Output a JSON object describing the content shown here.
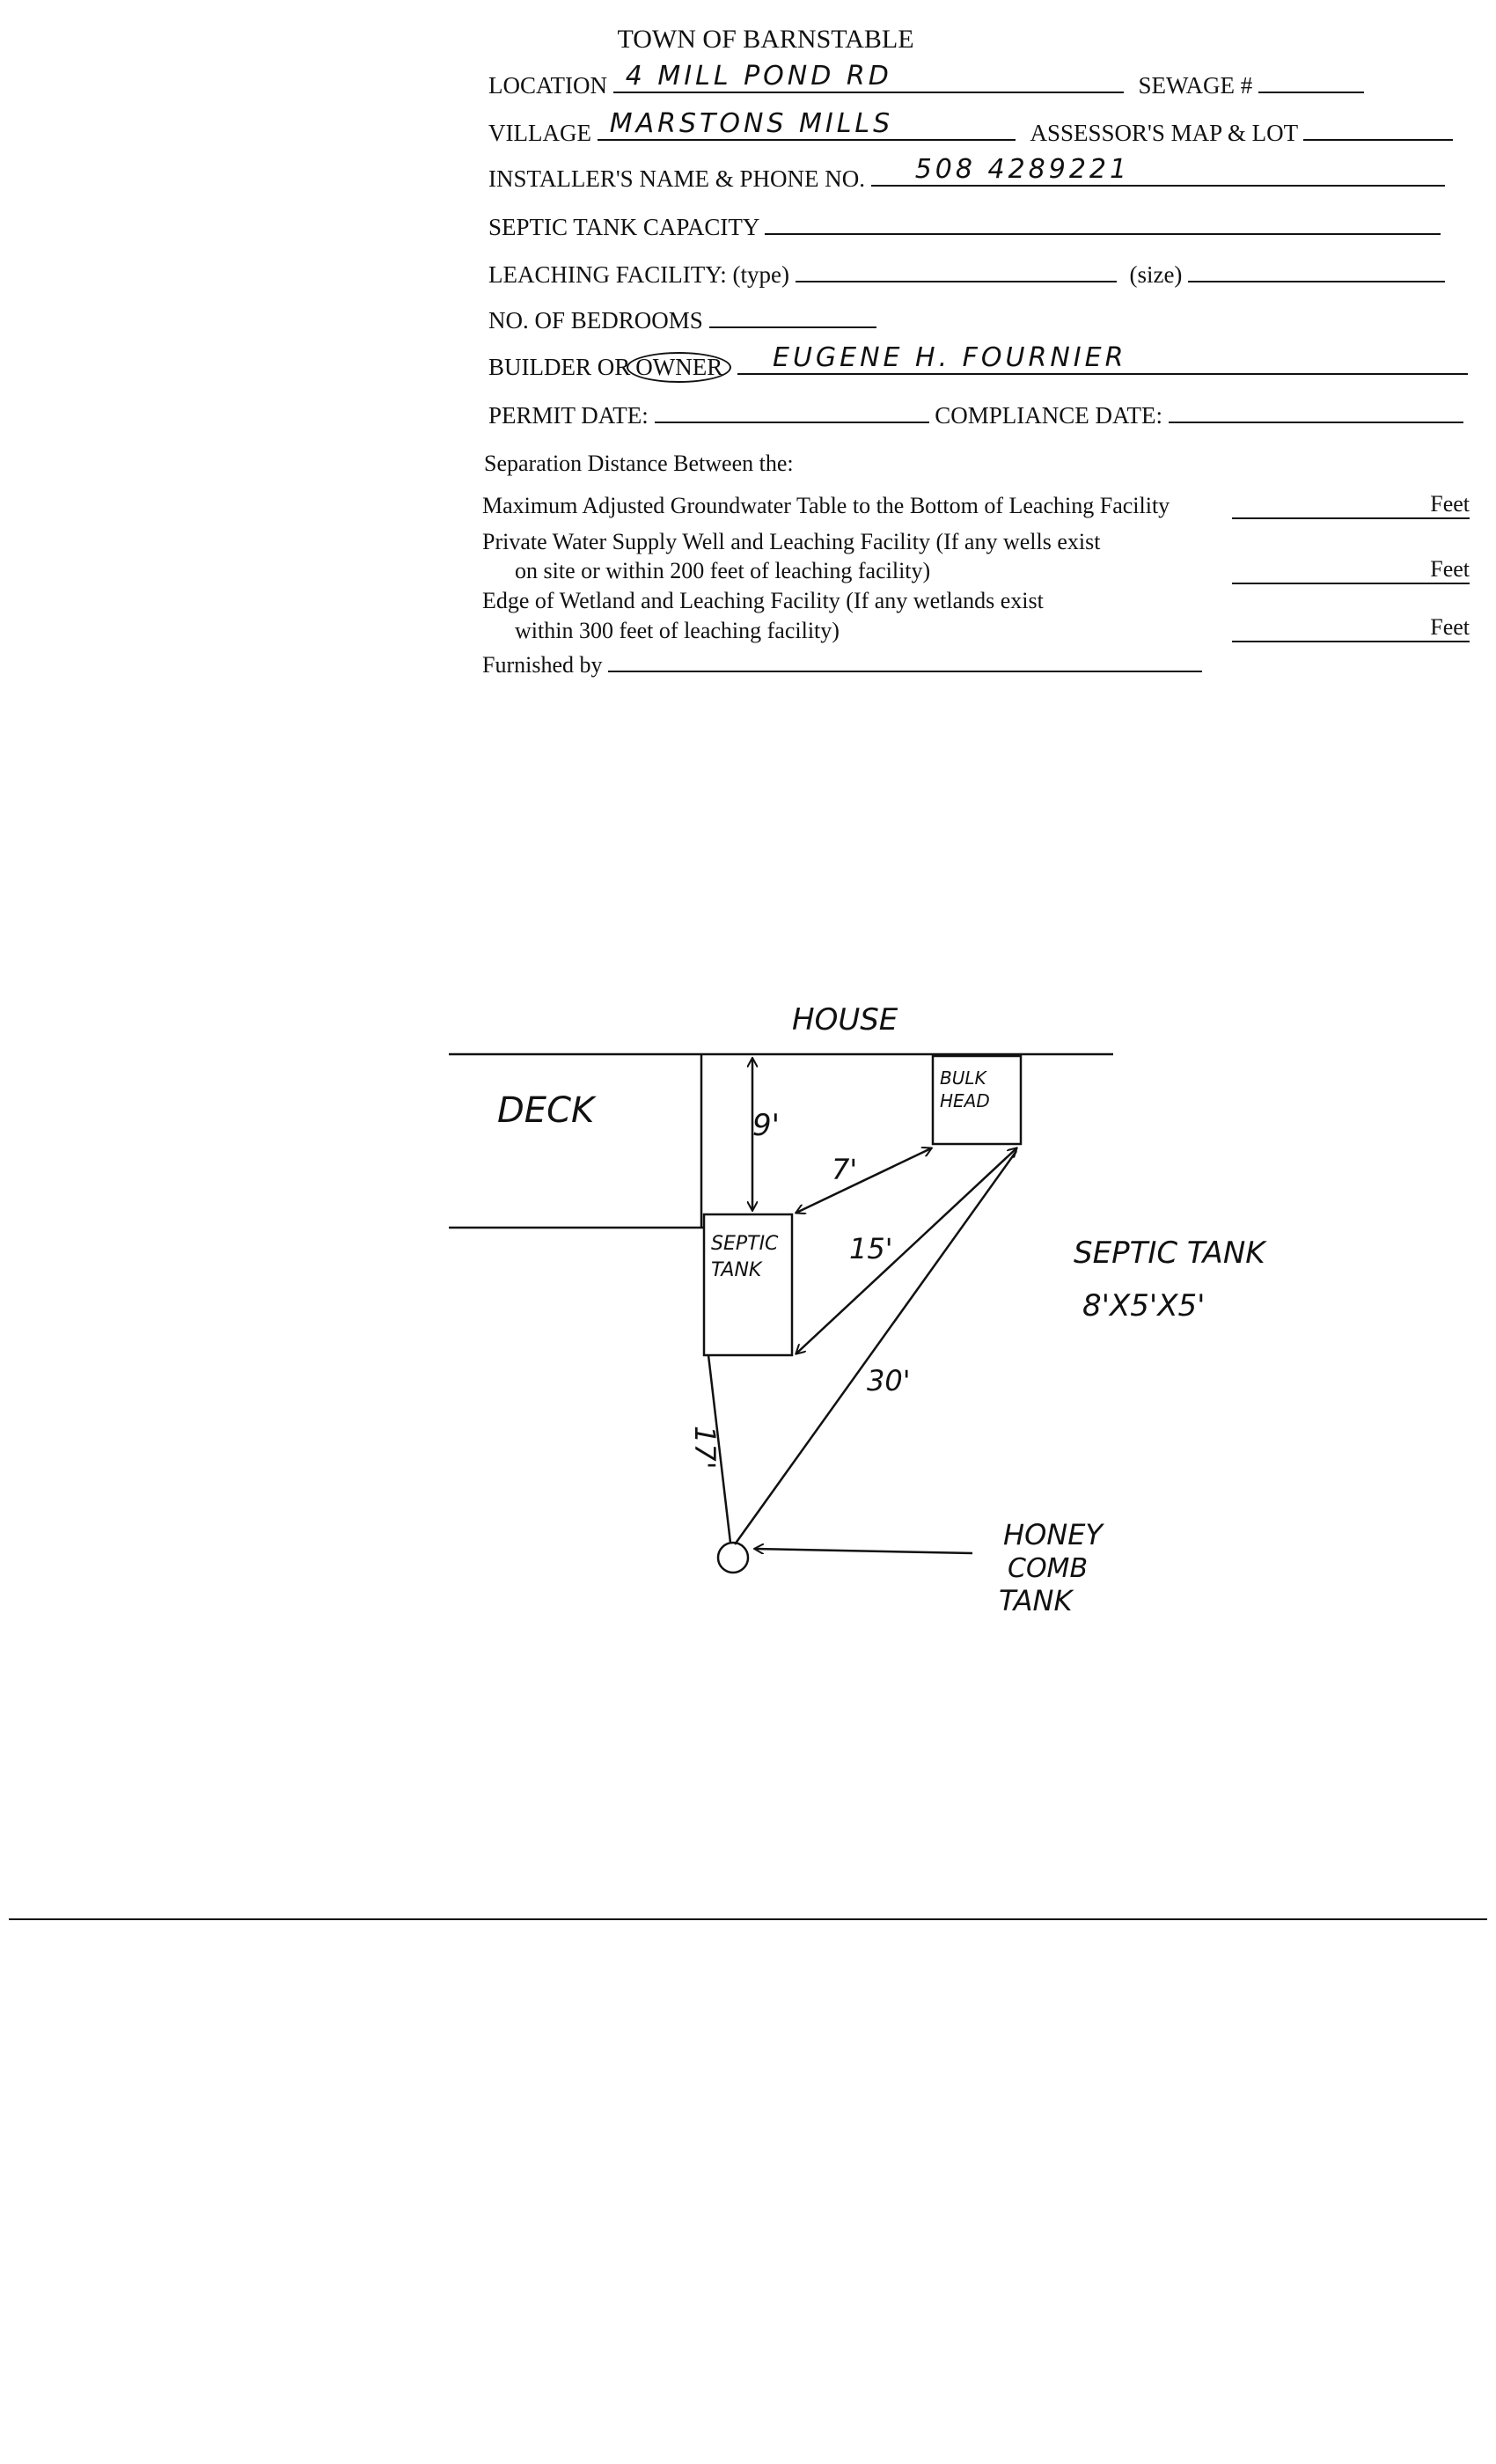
{
  "form": {
    "title": "TOWN OF BARNSTABLE",
    "location_label": "LOCATION",
    "location_value": "4 MILL POND RD",
    "sewage_label": "SEWAGE #",
    "village_label": "VILLAGE",
    "village_value": "MARSTONS MILLS",
    "assessor_label": "ASSESSOR'S MAP & LOT",
    "installer_label": "INSTALLER'S NAME & PHONE NO.",
    "installer_value": "508 4289221",
    "septic_capacity_label": "SEPTIC TANK CAPACITY",
    "leaching_label": "LEACHING FACILITY: (type)",
    "size_label": "(size)",
    "bedrooms_label": "NO. OF BEDROOMS",
    "builder_label": "BUILDER OR",
    "owner_label": "OWNER",
    "owner_value": "EUGENE H. FOURNIER",
    "permit_label": "PERMIT DATE:",
    "compliance_label": "COMPLIANCE  DATE:",
    "separation_heading": "Separation Distance Between the:",
    "sep1": "Maximum Adjusted Groundwater Table to the Bottom of Leaching Facility",
    "sep2_line1": "Private Water Supply Well and Leaching Facility  (If any wells exist",
    "sep2_line2": "on site or within 200 feet of leaching facility)",
    "sep3_line1": "Edge of Wetland and Leaching Facility (If any wetlands exist",
    "sep3_line2": "within 300 feet of leaching facility)",
    "feet_label": "Feet",
    "furnished_label": "Furnished by"
  },
  "sketch": {
    "house": "HOUSE",
    "deck": "DECK",
    "bulkhead_line1": "BULK",
    "bulkhead_line2": "HEAD",
    "septic_line1": "SEPTIC",
    "septic_line2": "TANK",
    "dim_9": "9'",
    "dim_7": "7'",
    "dim_15": "15'",
    "dim_30": "30'",
    "dim_17": "17'",
    "tank_note_line1": "SEPTIC TANK",
    "tank_note_line2": "8'X5'X5'",
    "honeycomb_line1": "HONEY",
    "honeycomb_line2": "COMB",
    "honeycomb_line3": "TANK"
  }
}
